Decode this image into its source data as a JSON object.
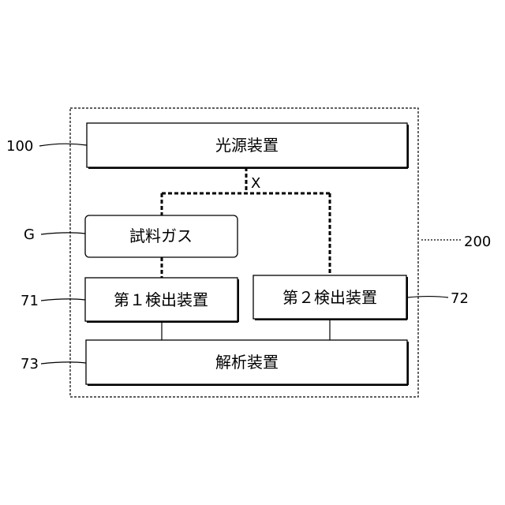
{
  "system": {
    "ref": "200"
  },
  "light_source": {
    "label": "光源装置",
    "ref": "100"
  },
  "light_beam": {
    "label": "X"
  },
  "sample_gas": {
    "label": "試料ガス",
    "ref": "G"
  },
  "detector_1": {
    "label": "第１検出装置",
    "ref": "71"
  },
  "detector_2": {
    "label": "第２検出装置",
    "ref": "72"
  },
  "analyzer": {
    "label": "解析装置",
    "ref": "73"
  }
}
